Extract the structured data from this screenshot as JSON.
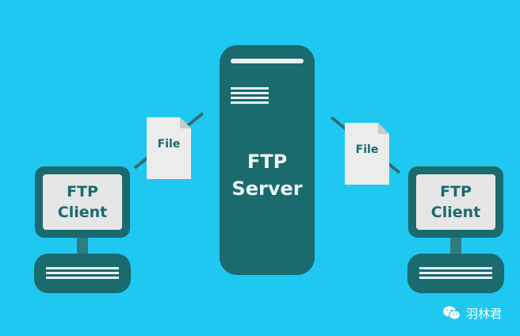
{
  "server": {
    "line1": "FTP",
    "line2": "Server"
  },
  "clients": [
    {
      "line1": "FTP",
      "line2": "Client"
    },
    {
      "line1": "FTP",
      "line2": "Client"
    }
  ],
  "files": [
    {
      "label": "File"
    },
    {
      "label": "File"
    }
  ],
  "watermark": {
    "text": "羽林君",
    "icon": "wechat-icon"
  },
  "colors": {
    "background": "#1fc8f0",
    "device": "#1a6a6e",
    "screen": "#e6e6e6",
    "document": "#ececec",
    "connector": "#2f6f73"
  }
}
